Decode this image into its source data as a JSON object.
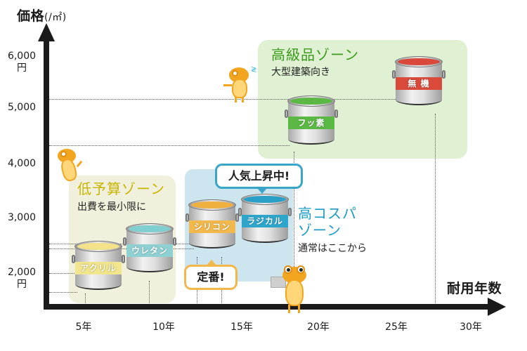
{
  "chart": {
    "y_axis_title": "価格",
    "y_axis_unit": "(/㎡)",
    "x_axis_title": "耐用年数",
    "y_ticks": [
      {
        "value": "6,000",
        "unit": "円"
      },
      {
        "value": "5,000",
        "unit": ""
      },
      {
        "value": "4,000",
        "unit": ""
      },
      {
        "value": "3,000",
        "unit": ""
      },
      {
        "value": "2,000",
        "unit": "円"
      }
    ],
    "x_ticks": [
      "5年",
      "10年",
      "15年",
      "20年",
      "25年",
      "30年"
    ]
  },
  "zones": {
    "budget": {
      "title": "低予算ゾーン",
      "subtitle": "出費を最小限に",
      "color": "#c8b400",
      "bg": "#f1f0dc"
    },
    "costperf": {
      "title_line1": "高コスパ",
      "title_line2": "ゾーン",
      "subtitle": "通常はここから",
      "color": "#1e9bc4",
      "bg": "#cde5ee"
    },
    "premium": {
      "title": "高級品ゾーン",
      "subtitle": "大型建築向き",
      "color": "#3a9a1a",
      "bg": "#dff1d2"
    }
  },
  "cans": {
    "acrylic": {
      "label": "アクリル",
      "color": "#f1e58e",
      "paint": "#f3e28a"
    },
    "urethane": {
      "label": "ウレタン",
      "color": "#8fd0d2",
      "paint": "#7fcfd1"
    },
    "silicone": {
      "label": "シリコン",
      "color": "#f2b84b",
      "paint": "#f0b040"
    },
    "radical": {
      "label": "ラジカル",
      "color": "#2ea6cc",
      "paint": "#2aa0c8"
    },
    "fluorine": {
      "label": "フッ素",
      "color": "#5cb845",
      "paint": "#5cb845"
    },
    "inorganic": {
      "label": "無 機",
      "color": "#d94a3a",
      "paint": "#d9483a"
    }
  },
  "callouts": {
    "standard": "定番!",
    "rising": "人気上昇中!"
  },
  "chart_data": {
    "type": "scatter",
    "title": "",
    "xlabel": "耐用年数",
    "ylabel": "価格(/㎡)",
    "x_tick_labels": [
      "5年",
      "10年",
      "15年",
      "20年",
      "25年",
      "30年"
    ],
    "y_tick_labels": [
      "2,000円",
      "3,000",
      "4,000",
      "5,000",
      "6,000円"
    ],
    "xlim": [
      2,
      33
    ],
    "ylim": [
      1300,
      6800
    ],
    "grid": false,
    "series": [
      {
        "name": "アクリル",
        "zone": "低予算ゾーン",
        "years": [
          5,
          7
        ],
        "price": [
          1800,
          2500
        ]
      },
      {
        "name": "ウレタン",
        "zone": "低予算ゾーン",
        "years": [
          8,
          10
        ],
        "price": [
          1700,
          2600
        ]
      },
      {
        "name": "シリコン",
        "zone": "高コスパゾーン",
        "years": [
          10,
          15
        ],
        "price": [
          2300,
          3500
        ]
      },
      {
        "name": "ラジカル",
        "zone": "高コスパゾーン",
        "years": [
          12,
          15
        ],
        "price": [
          2500,
          3500
        ]
      },
      {
        "name": "フッ素",
        "zone": "高級品ゾーン",
        "years": [
          15,
          20
        ],
        "price": [
          3800,
          4800
        ]
      },
      {
        "name": "無機",
        "zone": "高級品ゾーン",
        "years": [
          20,
          25
        ],
        "price": [
          4500,
          5500
        ]
      }
    ],
    "annotations": [
      "低予算ゾーン 出費を最小限に",
      "高コスパゾーン 通常はここから",
      "高級品ゾーン 大型建築向き",
      "定番!",
      "人気上昇中!"
    ]
  }
}
